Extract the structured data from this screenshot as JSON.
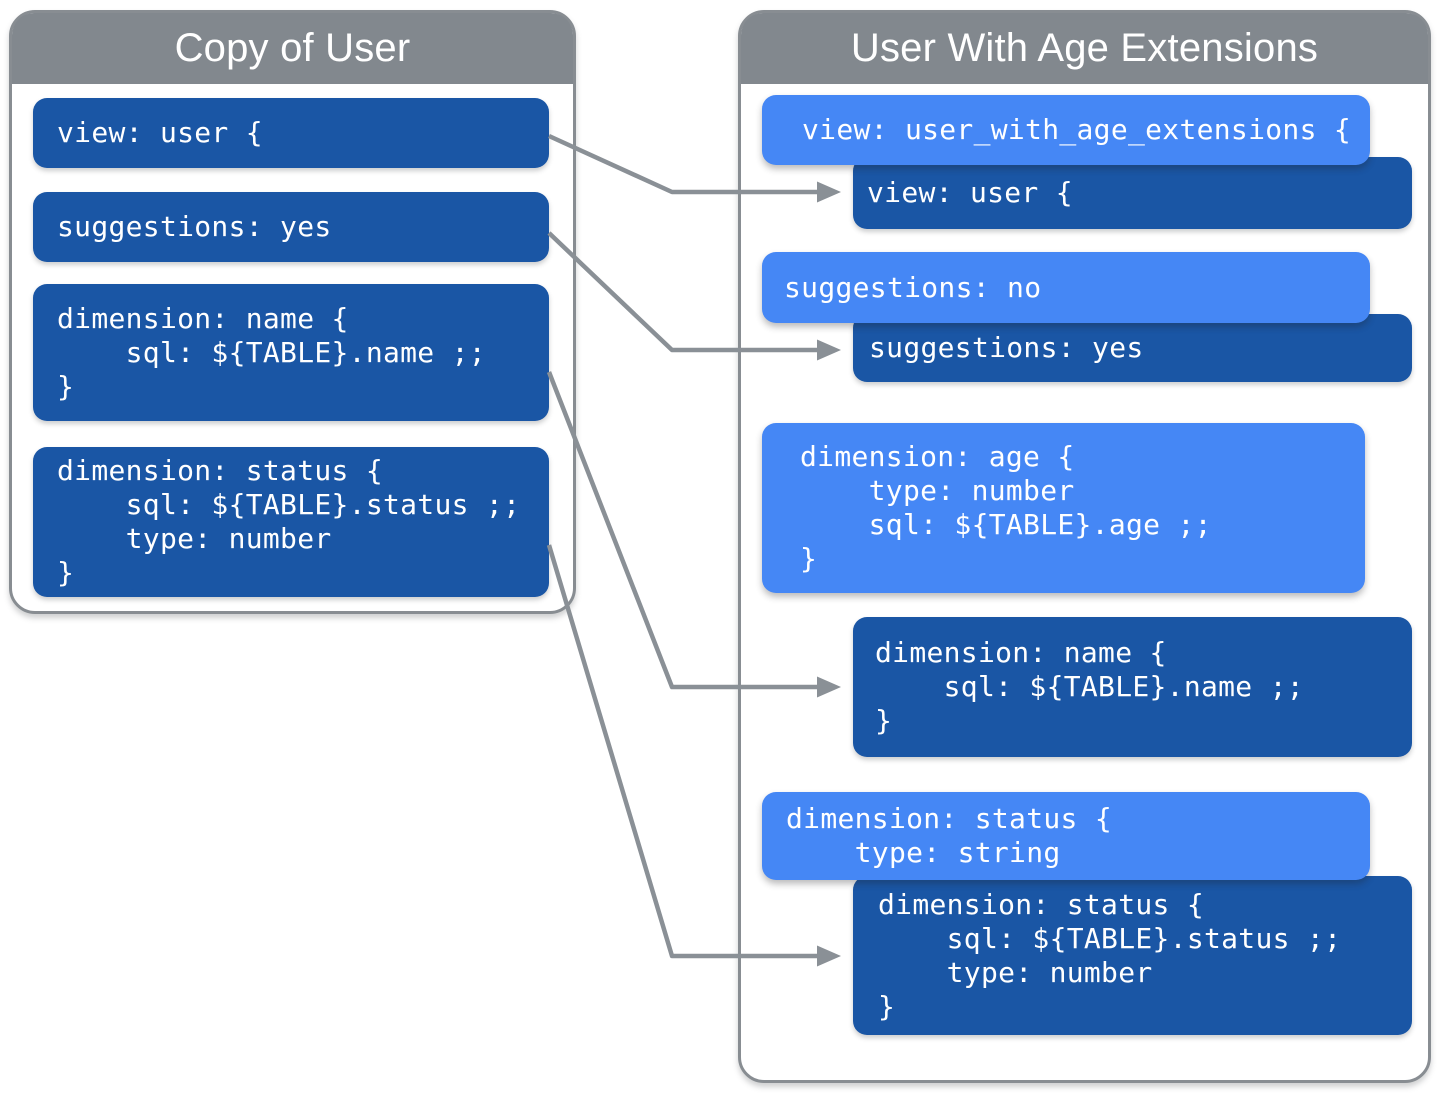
{
  "diagram": {
    "left_panel": {
      "title": "Copy of User",
      "blocks": [
        {
          "name": "view-user",
          "lines": [
            "view: user {"
          ]
        },
        {
          "name": "suggestions-yes",
          "lines": [
            "suggestions: yes"
          ]
        },
        {
          "name": "dimension-name",
          "lines": [
            "dimension: name {",
            "    sql: ${TABLE}.name ;;",
            "}"
          ]
        },
        {
          "name": "dimension-status",
          "lines": [
            "dimension: status {",
            "    sql: ${TABLE}.status ;;",
            "    type: number",
            "}"
          ]
        }
      ]
    },
    "right_panel": {
      "title": "User With Age Extensions",
      "blocks": [
        {
          "name": "view-extended",
          "variant": "light",
          "lines": [
            "view: user_with_age_extensions {"
          ]
        },
        {
          "name": "view-user-inherited",
          "variant": "dark",
          "lines": [
            "view: user {"
          ]
        },
        {
          "name": "suggestions-no",
          "variant": "light",
          "lines": [
            "suggestions: no"
          ]
        },
        {
          "name": "suggestions-yes-inherited",
          "variant": "dark",
          "lines": [
            "suggestions: yes"
          ]
        },
        {
          "name": "dimension-age",
          "variant": "light",
          "lines": [
            "dimension: age {",
            "    type: number",
            "    sql: ${TABLE}.age ;;",
            "}"
          ]
        },
        {
          "name": "dimension-name-inherited",
          "variant": "dark",
          "lines": [
            "dimension: name {",
            "    sql: ${TABLE}.name ;;",
            "}"
          ]
        },
        {
          "name": "dimension-status-override",
          "variant": "light",
          "lines": [
            "dimension: status {",
            "    type: string"
          ]
        },
        {
          "name": "dimension-status-inherited",
          "variant": "dark",
          "lines": [
            "dimension: status {",
            "    sql: ${TABLE}.status ;;",
            "    type: number",
            "}"
          ]
        }
      ]
    },
    "colors": {
      "light_blue": "#4587f5",
      "dark_blue": "#1a56a5",
      "header_gray": "#82888e",
      "border_gray": "#888d92",
      "arrow_gray": "#8a9096"
    }
  }
}
